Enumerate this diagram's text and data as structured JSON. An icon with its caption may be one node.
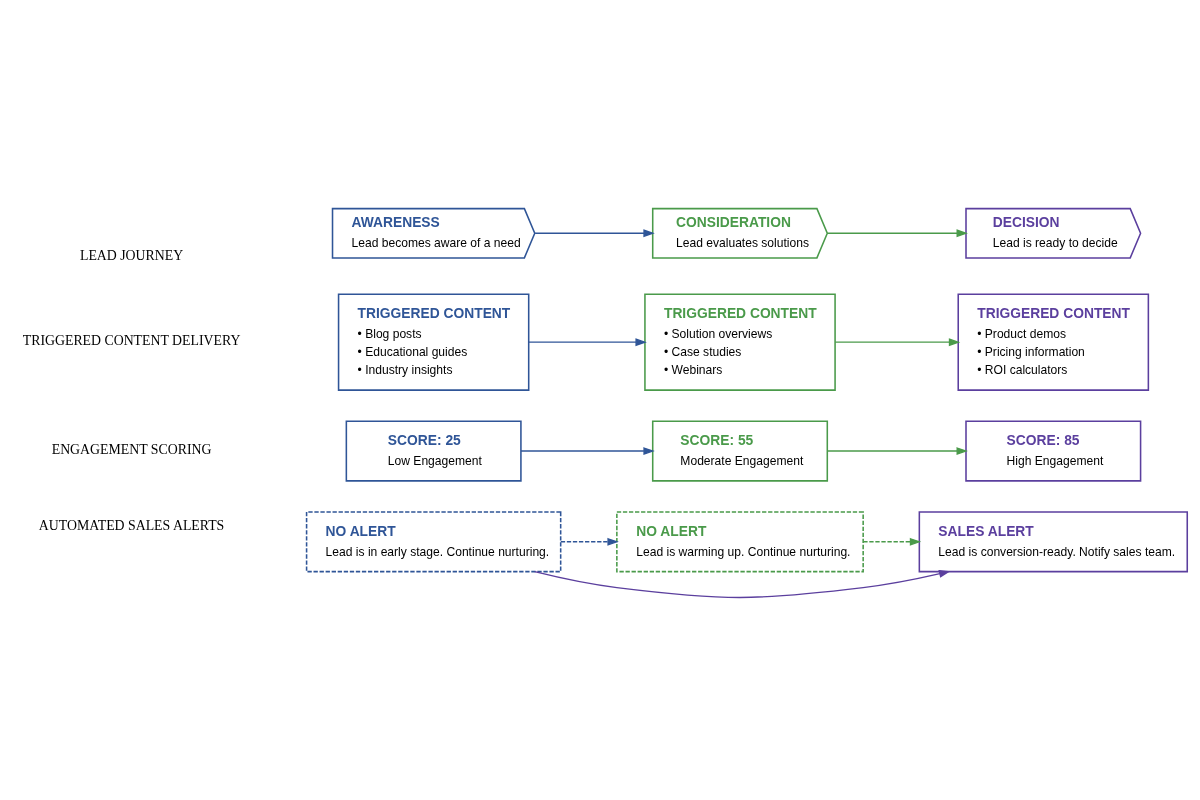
{
  "diagram": {
    "nodes": [
      {
        "text": [
          "AWARENESS",
          "Lead becomes aware of a need"
        ]
      },
      {
        "text": [
          "CONSIDERATION",
          "Lead evaluates solutions"
        ]
      },
      {
        "text": [
          "DECISION",
          "Lead is ready to decide"
        ]
      },
      {
        "text": [
          "TRIGGERED CONTENT",
          "• Blog posts",
          "• Educational guides",
          "• Industry insights"
        ]
      },
      {
        "text": [
          "TRIGGERED CONTENT",
          "• Solution overviews",
          "• Case studies",
          "• Webinars"
        ]
      },
      {
        "text": [
          "TRIGGERED CONTENT",
          "• Product demos",
          "• Pricing information",
          "• ROI calculators"
        ]
      },
      {
        "text": [
          "SCORE: 25",
          "Low Engagement"
        ]
      },
      {
        "text": [
          "SCORE: 55",
          "Moderate Engagement"
        ]
      },
      {
        "text": [
          "SCORE: 85",
          "High Engagement"
        ]
      },
      {
        "text": [
          "NO ALERT",
          "Lead is in early stage. Continue nurturing."
        ]
      },
      {
        "text": [
          "NO ALERT",
          "Lead is warming up. Continue nurturing."
        ]
      },
      {
        "text": [
          "SALES ALERT",
          "Lead is conversion-ready. Notify sales team."
        ]
      }
    ],
    "edges": [
      {
        "from": 0,
        "to": 1,
        "arrow": "to",
        "color": "#2f5597"
      },
      {
        "from": 1,
        "to": 2,
        "arrow": "to",
        "color": "#4a9a4a"
      },
      {
        "from": 3,
        "to": 4,
        "arrow": "to",
        "color": "#2f5597"
      },
      {
        "from": 4,
        "to": 5,
        "arrow": "to",
        "color": "#4a9a4a"
      },
      {
        "from": 6,
        "to": 7,
        "arrow": "to",
        "color": "#2f5597"
      },
      {
        "from": 7,
        "to": 8,
        "arrow": "to",
        "color": "#4a9a4a"
      },
      {
        "from": 9,
        "to": 10,
        "arrow": "to",
        "style": "dashed",
        "color": "#2f5597"
      },
      {
        "from": 10,
        "to": 11,
        "arrow": "to",
        "style": "dashed",
        "color": "#4a9a4a"
      },
      {
        "from": 9,
        "to": 11,
        "arrow": "to",
        "color": "#5b3f9e"
      }
    ],
    "labels": [
      "LEAD JOURNEY",
      "TRIGGERED CONTENT DELIVERY",
      "ENGAGEMENT SCORING",
      "AUTOMATED SALES ALERTS"
    ]
  }
}
